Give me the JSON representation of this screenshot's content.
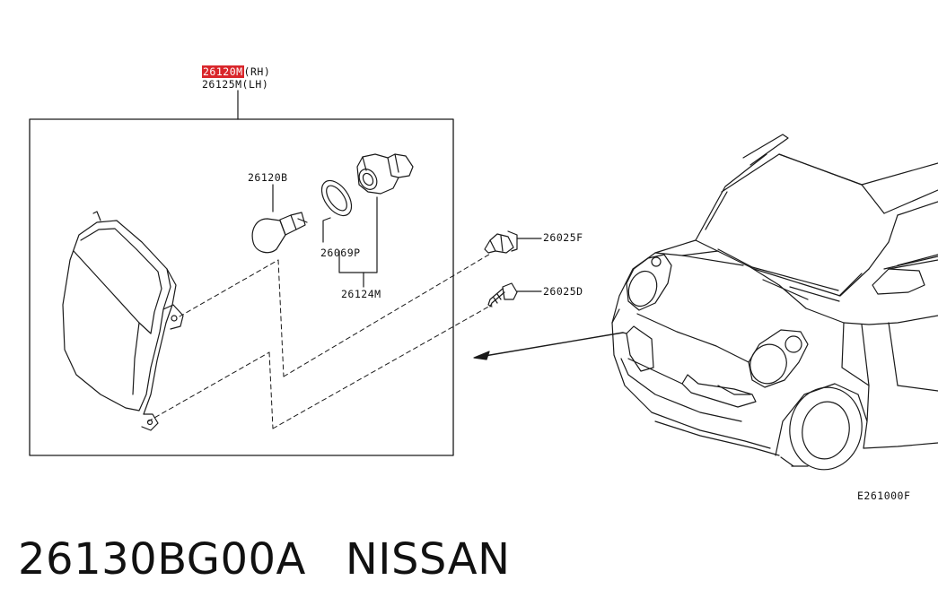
{
  "assembly": {
    "part_rh": "26120M",
    "suffix_rh": "(RH)",
    "part_lh": "26125M",
    "suffix_lh": "(LH)"
  },
  "parts": {
    "bulb": "26120B",
    "gasket": "26069P",
    "socket": "26124M",
    "clip": "26025F",
    "screw": "26025D"
  },
  "figure_code": "E261000F",
  "footer": {
    "part_number": "26130BG00A",
    "brand": "NISSAN"
  },
  "colors": {
    "highlight": "#d9262b",
    "line": "#1a1a1a"
  }
}
